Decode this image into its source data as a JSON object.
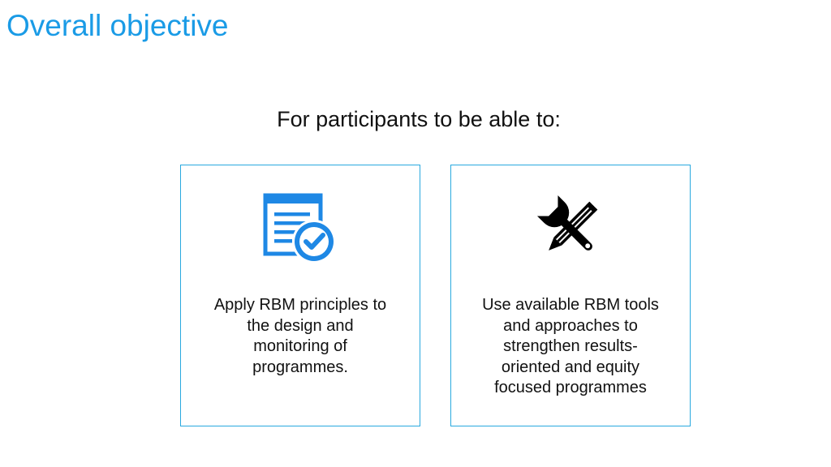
{
  "slide": {
    "title": "Overall objective",
    "subtitle": "For participants to be able to:"
  },
  "cards": [
    {
      "icon": "document-checkmark-icon",
      "text": "Apply RBM principles to\nthe design and\nmonitoring of\nprogrammes."
    },
    {
      "icon": "wrench-pencil-tools-icon",
      "text": "Use available RBM tools\nand approaches to\nstrengthen results-\noriented and equity\nfocused programmes"
    }
  ],
  "colors": {
    "title": "#1a9be6",
    "card_border": "#29a9df",
    "document_icon": "#1e88e5",
    "tools_icon": "#000000"
  }
}
